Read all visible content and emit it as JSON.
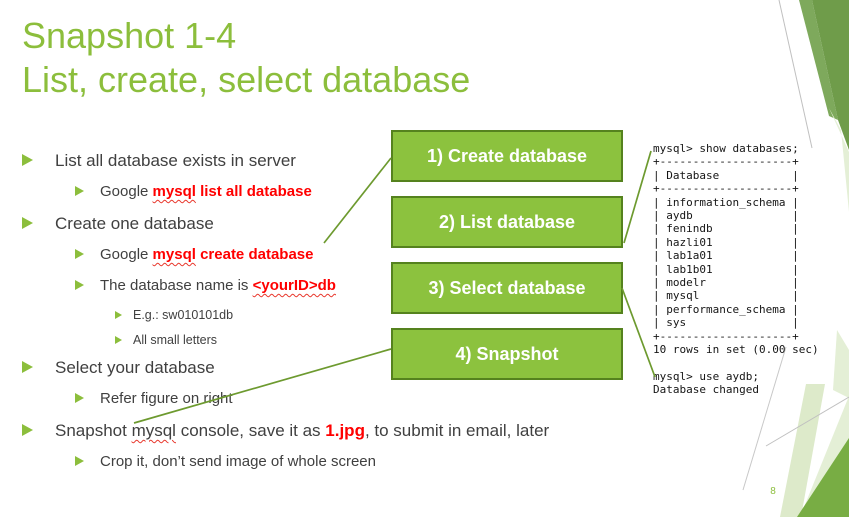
{
  "slide": {
    "title_line1": "Snapshot 1-4",
    "title_line2": "List, create, select database",
    "page_number": "8"
  },
  "colors": {
    "title_green": "#8CBE3C",
    "bullet_green": "#8CBE3C",
    "body_text": "#404040",
    "red_text": "#FF0000",
    "box_fill": "#8CC23E",
    "box_border": "#55821E",
    "box_text": "#FFFFFF",
    "connector": "#6D9A2F",
    "decor_dark_green": "#6F9C4A",
    "decor_stripe_green": "#7EA95C",
    "decor_pale_green": "#E4EFD6",
    "decor_band_green": "#DDEACA",
    "decor_bottom_green": "#78AD44",
    "gray_line": "#C0C0C0",
    "console_text": "#151515"
  },
  "bullets": [
    {
      "level": 1,
      "segments": [
        {
          "text": "List all database exists in server"
        }
      ]
    },
    {
      "level": 2,
      "segments": [
        {
          "text": "Google "
        },
        {
          "text": "mysql",
          "color": "red",
          "squiggle": true
        },
        {
          "text": " list all database",
          "color": "red"
        }
      ]
    },
    {
      "level": 1,
      "segments": [
        {
          "text": "Create one database"
        }
      ]
    },
    {
      "level": 2,
      "segments": [
        {
          "text": "Google "
        },
        {
          "text": "mysql",
          "color": "red",
          "squiggle": true
        },
        {
          "text": " create database",
          "color": "red"
        }
      ]
    },
    {
      "level": 2,
      "segments": [
        {
          "text": "The database name is "
        },
        {
          "text": "<yourID>db",
          "color": "red",
          "squiggle": true
        }
      ]
    },
    {
      "level": 3,
      "segments": [
        {
          "text": "E.g.: sw010101db"
        }
      ]
    },
    {
      "level": 3,
      "segments": [
        {
          "text": "All small letters"
        }
      ]
    },
    {
      "level": 1,
      "segments": [
        {
          "text": "Select your database"
        }
      ]
    },
    {
      "level": 2,
      "segments": [
        {
          "text": "Refer figure on right"
        }
      ]
    },
    {
      "level": 1,
      "segments": [
        {
          "text": "Snapshot "
        },
        {
          "text": "mysql",
          "squiggle": true
        },
        {
          "text": " console, save it as "
        },
        {
          "text": "1.jpg",
          "color": "red"
        },
        {
          "text": ", to submit in email, later"
        }
      ]
    },
    {
      "level": 2,
      "segments": [
        {
          "text": "Crop it, don’t send image of whole screen"
        }
      ]
    }
  ],
  "flow_boxes": [
    {
      "label": "1) Create database"
    },
    {
      "label": "2) List database"
    },
    {
      "label": "3) Select database"
    },
    {
      "label": "4) Snapshot"
    }
  ],
  "console": {
    "lines": [
      "mysql> show databases;",
      "+--------------------+",
      "| Database           |",
      "+--------------------+",
      "| information_schema |",
      "| aydb               |",
      "| fenindb            |",
      "| hazli01            |",
      "| lab1a01            |",
      "| lab1b01            |",
      "| modelr             |",
      "| mysql              |",
      "| performance_schema |",
      "| sys                |",
      "+--------------------+",
      "10 rows in set (0.00 sec)",
      "",
      "mysql> use aydb;",
      "Database changed"
    ]
  }
}
